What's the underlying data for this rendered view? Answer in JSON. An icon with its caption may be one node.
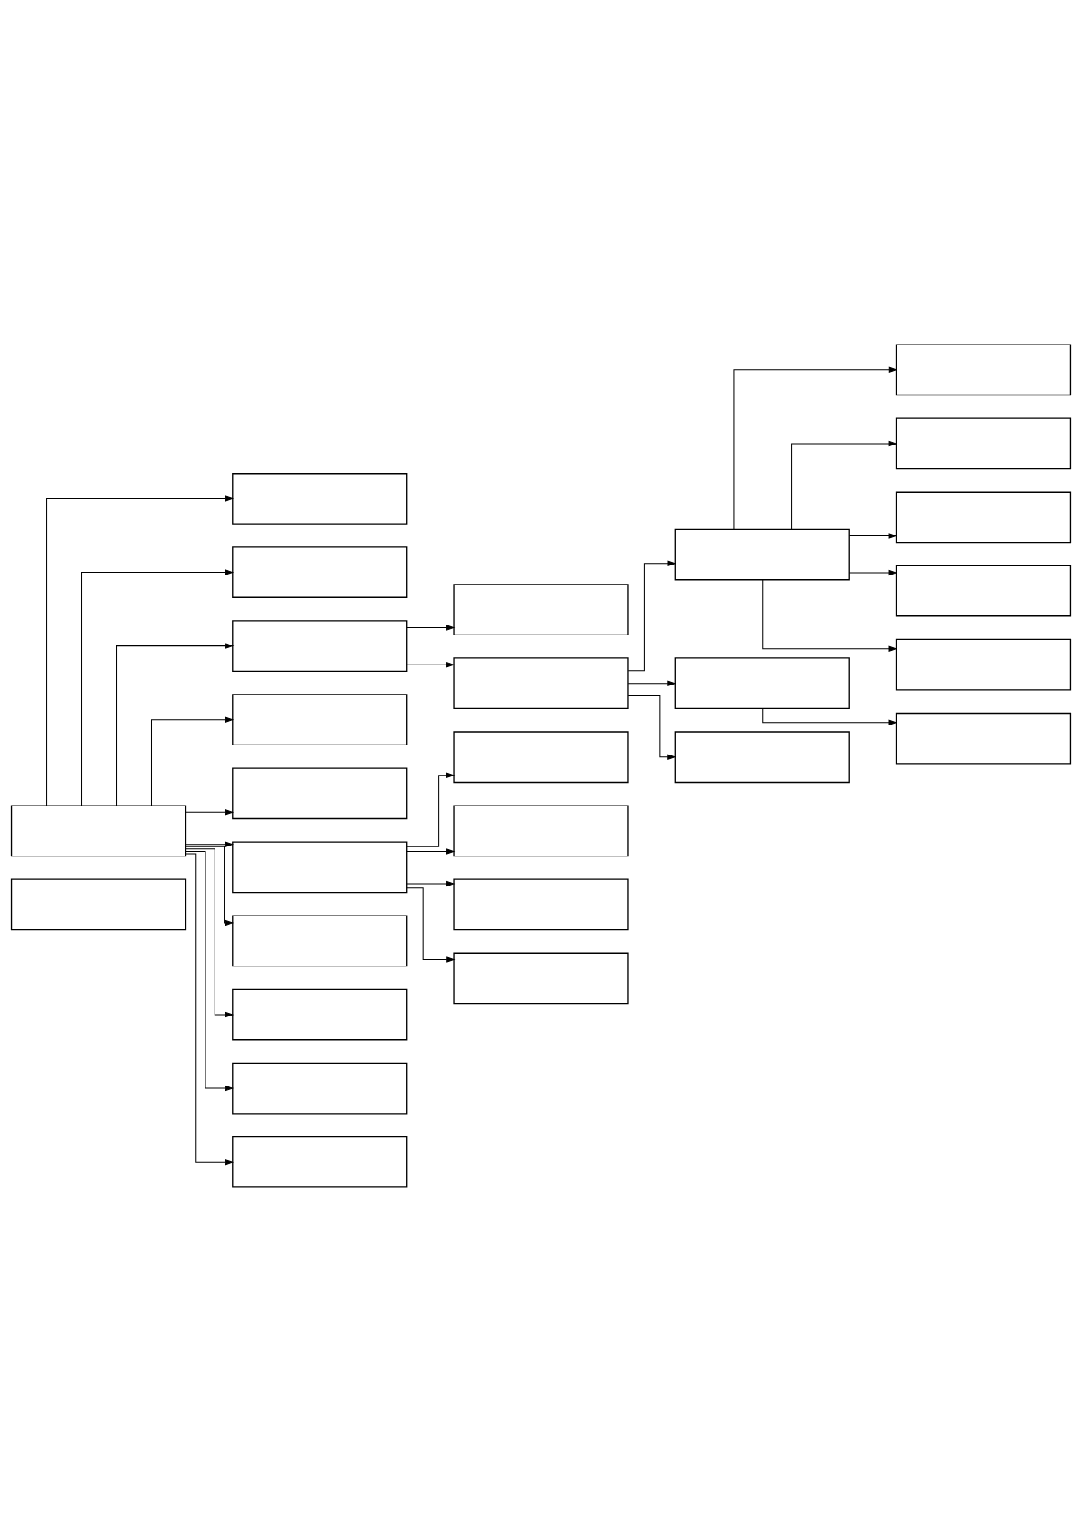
{
  "diagram": {
    "nodes": [
      {
        "text": [],
        "shape": "box"
      },
      {
        "text": [],
        "shape": "box"
      },
      {
        "text": [],
        "shape": "box"
      },
      {
        "text": [],
        "shape": "box"
      },
      {
        "text": [],
        "shape": "box"
      },
      {
        "text": [],
        "shape": "box"
      },
      {
        "text": [],
        "shape": "box"
      },
      {
        "text": [],
        "shape": "box"
      },
      {
        "text": [],
        "shape": "box"
      },
      {
        "text": [],
        "shape": "box"
      },
      {
        "text": [],
        "shape": "box"
      },
      {
        "text": [],
        "shape": "box"
      },
      {
        "text": [],
        "shape": "box"
      },
      {
        "text": [],
        "shape": "box"
      },
      {
        "text": [],
        "shape": "box"
      },
      {
        "text": [],
        "shape": "box"
      },
      {
        "text": [],
        "shape": "box"
      },
      {
        "text": [],
        "shape": "box"
      },
      {
        "text": [],
        "shape": "box"
      },
      {
        "text": [],
        "shape": "box"
      },
      {
        "text": [],
        "shape": "box"
      },
      {
        "text": [],
        "shape": "box"
      },
      {
        "text": [],
        "shape": "box"
      },
      {
        "text": [],
        "shape": "box"
      },
      {
        "text": [],
        "shape": "box"
      },
      {
        "text": [],
        "shape": "box"
      },
      {
        "text": [],
        "shape": "box"
      }
    ],
    "edges": [
      {
        "from": 1,
        "to": 2,
        "arrow": "to"
      },
      {
        "from": 1,
        "to": 3,
        "arrow": "to"
      },
      {
        "from": 1,
        "to": 4,
        "arrow": "to"
      },
      {
        "from": 1,
        "to": 6,
        "arrow": "to"
      },
      {
        "from": 1,
        "to": 9,
        "arrow": "to"
      },
      {
        "from": 1,
        "to": 8,
        "arrow": "to"
      },
      {
        "from": 1,
        "to": 10,
        "arrow": "to"
      },
      {
        "from": 1,
        "to": 12,
        "arrow": "to"
      },
      {
        "from": 1,
        "to": 14,
        "arrow": "to"
      },
      {
        "from": 1,
        "to": 16,
        "arrow": "to"
      },
      {
        "from": 4,
        "to": 5,
        "arrow": "to"
      },
      {
        "from": 4,
        "to": 7,
        "arrow": "to"
      },
      {
        "from": 9,
        "to": 11,
        "arrow": "to"
      },
      {
        "from": 9,
        "to": 13,
        "arrow": "to"
      },
      {
        "from": 9,
        "to": 15,
        "arrow": "to"
      },
      {
        "from": 9,
        "to": 17,
        "arrow": "to"
      },
      {
        "from": 7,
        "to": 18,
        "arrow": "to"
      },
      {
        "from": 7,
        "to": 24,
        "arrow": "to"
      },
      {
        "from": 7,
        "to": 26,
        "arrow": "to"
      },
      {
        "from": 18,
        "to": 19,
        "arrow": "to"
      },
      {
        "from": 18,
        "to": 20,
        "arrow": "to"
      },
      {
        "from": 18,
        "to": 21,
        "arrow": "to"
      },
      {
        "from": 18,
        "to": 22,
        "arrow": "to"
      },
      {
        "from": 18,
        "to": 23,
        "arrow": "to"
      },
      {
        "from": 24,
        "to": 25,
        "arrow": "to"
      }
    ]
  }
}
